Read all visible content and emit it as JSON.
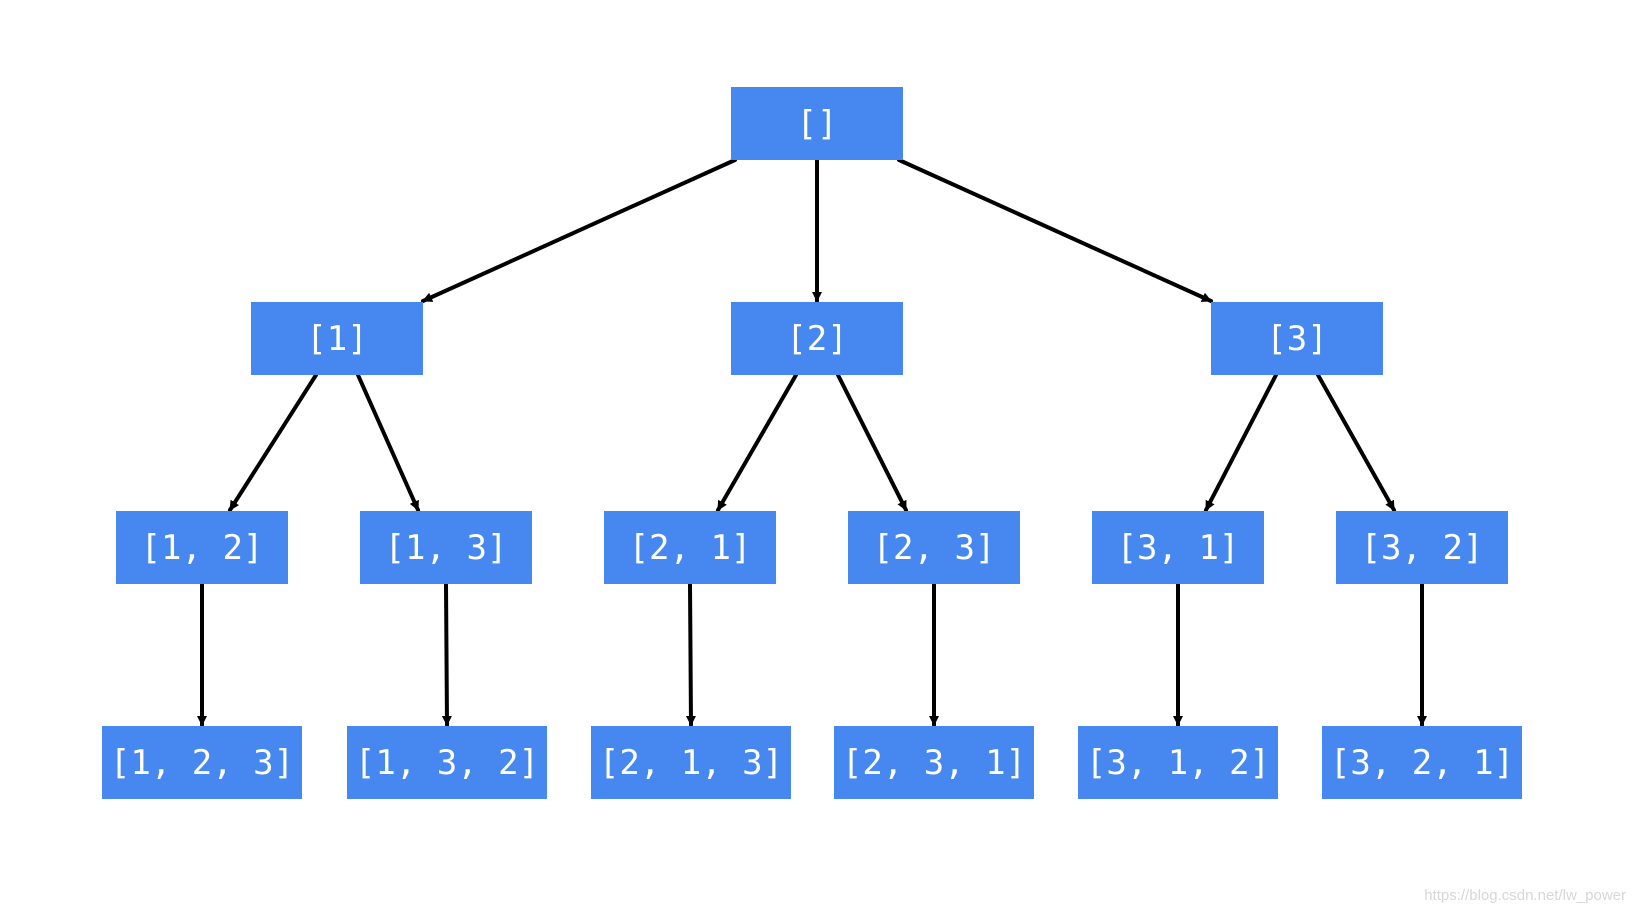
{
  "diagram": {
    "nodes": [
      {
        "id": "root",
        "label": "[]"
      },
      {
        "id": "n1",
        "label": "[1]"
      },
      {
        "id": "n2",
        "label": "[2]"
      },
      {
        "id": "n3",
        "label": "[3]"
      },
      {
        "id": "n12",
        "label": "[1, 2]"
      },
      {
        "id": "n13",
        "label": "[1, 3]"
      },
      {
        "id": "n21",
        "label": "[2, 1]"
      },
      {
        "id": "n23",
        "label": "[2, 3]"
      },
      {
        "id": "n31",
        "label": "[3, 1]"
      },
      {
        "id": "n32",
        "label": "[3, 2]"
      },
      {
        "id": "n123",
        "label": "[1, 2, 3]"
      },
      {
        "id": "n132",
        "label": "[1, 3, 2]"
      },
      {
        "id": "n213",
        "label": "[2, 1, 3]"
      },
      {
        "id": "n231",
        "label": "[2, 3, 1]"
      },
      {
        "id": "n312",
        "label": "[3, 1, 2]"
      },
      {
        "id": "n321",
        "label": "[3, 2, 1]"
      }
    ],
    "edges": [
      {
        "from": "root",
        "to": "n1"
      },
      {
        "from": "root",
        "to": "n2"
      },
      {
        "from": "root",
        "to": "n3"
      },
      {
        "from": "n1",
        "to": "n12"
      },
      {
        "from": "n1",
        "to": "n13"
      },
      {
        "from": "n2",
        "to": "n21"
      },
      {
        "from": "n2",
        "to": "n23"
      },
      {
        "from": "n3",
        "to": "n31"
      },
      {
        "from": "n3",
        "to": "n32"
      },
      {
        "from": "n12",
        "to": "n123"
      },
      {
        "from": "n13",
        "to": "n132"
      },
      {
        "from": "n21",
        "to": "n213"
      },
      {
        "from": "n23",
        "to": "n231"
      },
      {
        "from": "n31",
        "to": "n312"
      },
      {
        "from": "n32",
        "to": "n321"
      }
    ],
    "node_color": "#4788f0",
    "edge_color": "#000000"
  },
  "watermark": "https://blog.csdn.net/lw_power"
}
